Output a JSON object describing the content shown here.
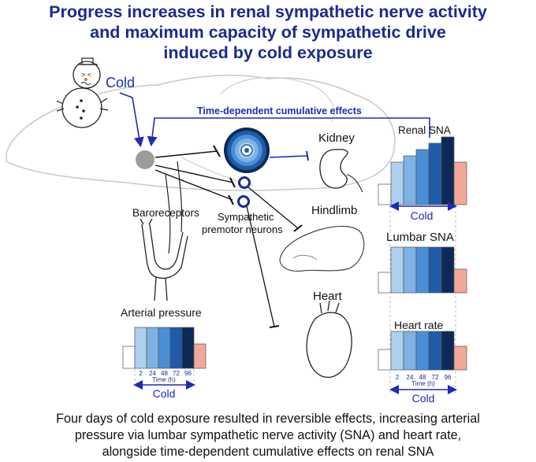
{
  "title": [
    "Progress increases in renal sympathetic nerve activity",
    "and maximum capacity of sympathetic drive",
    "induced by cold exposure"
  ],
  "labels": {
    "cold": "Cold",
    "cumulative": "Time-dependent cumulative effects",
    "kidney": "Kidney",
    "baroreceptors": "Baroreceptors",
    "premotor_line1": "Sympathetic",
    "premotor_line2": "premotor neurons",
    "hindlimb": "Hindlimb",
    "heart": "Heart"
  },
  "panels": {
    "renal": {
      "title": "Renal SNA",
      "cold_label": "Cold"
    },
    "lumbar": {
      "title": "Lumbar  SNA"
    },
    "heart_rate": {
      "title": "Heart rate",
      "time_label": "Time (h)",
      "cold_label": "Cold"
    },
    "arterial": {
      "title": "Arterial pressure",
      "time_label": "Time (h)",
      "cold_label": "Cold"
    }
  },
  "time_ticks": [
    "2",
    "24",
    "48",
    "72",
    "96"
  ],
  "colors": {
    "title": "#1c2a8f",
    "arrow": "#1f2bb5",
    "baseline_bar": "#ffffff",
    "recovery_bar": "#f2a898",
    "series": [
      "#aed0ef",
      "#7eb2e4",
      "#4a8fd6",
      "#1f5ba8",
      "#0c2a55"
    ]
  },
  "caption": [
    "Four days of cold exposure resulted in reversible effects, increasing arterial",
    "pressure via lumbar sympathetic nerve activity (SNA) and heart rate,",
    "alongside time-dependent cumulative effects on renal SNA"
  ]
}
